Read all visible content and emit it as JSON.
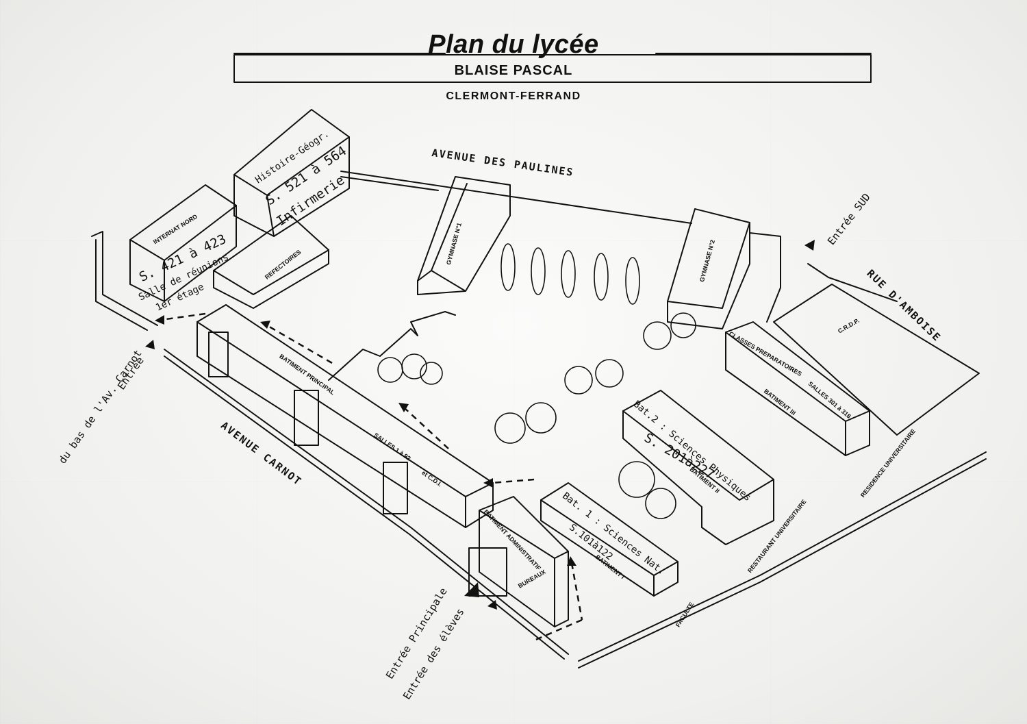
{
  "title": {
    "main": "Plan du lycée",
    "school": "BLAISE PASCAL",
    "city": "CLERMONT-FERRAND"
  },
  "roads": {
    "paulines": "AVENUE DES PAULINES",
    "carnot": "AVENUE CARNOT",
    "amboise": "RUE D'AMBOISE"
  },
  "entrances": {
    "sud": "Entrée SUD",
    "carnot_line1": "Entrée",
    "carnot_line2": "du bas de l'Av. Carnot",
    "principale": "Entrée Principale",
    "eleves": "Entrée des élèves"
  },
  "buildings": {
    "internat": "INTERNAT NORD",
    "internat_rooms": "S. 421 à 423",
    "internat_meeting": "Salle de réunions",
    "internat_floor": "1er étage",
    "histoire": "Histoire-Géogr.",
    "histoire_rooms": "S. 521 à 564",
    "infirmerie": "Infirmerie",
    "refectoires": "REFECTOIRES",
    "gymnase1": "GYMNASE N°1",
    "gymnase2": "GYMNASE N°2",
    "principal": "BATIMENT PRINCIPAL",
    "principal_rooms": "SALLES 1 à 92",
    "cdi": "et C.D.I.",
    "admin": "BATIMENT ADMINISTRATIF",
    "bureaux": "BUREAUX",
    "bat1_title": "Bat. 1 : Sciences Nat.",
    "bat1_rooms": "S.101à122",
    "bat1_name": "BATIMENT I",
    "bat2_title": "Bat.2 : Sciences Physiques",
    "bat2_rooms": "S. 201à227",
    "bat2_name": "BATIMENT II",
    "classes_prep": "CLASSES PREPARATOIRES",
    "salles_bat3": "SALLES 301 à 318",
    "bat3_name": "BATIMENT III",
    "crdp": "C.R.D.P."
  },
  "neighbors": {
    "residence": "RESIDENCE UNIVERSITAIRE",
    "restaurant": "RESTAURANT UNIVERSITAIRE",
    "faculte": "FACULTE"
  }
}
